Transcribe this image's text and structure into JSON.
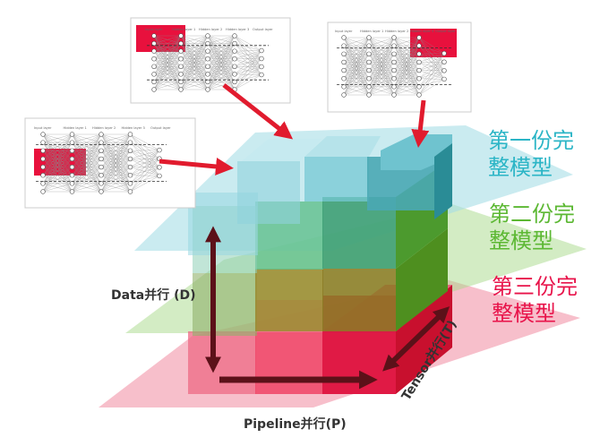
{
  "diagram": {
    "replica_labels": {
      "first": {
        "line1": "第一份完",
        "line2": "整模型",
        "color": "#2bb5c6"
      },
      "second": {
        "line1": "第二份完",
        "line2": "整模型",
        "color": "#5cb833"
      },
      "third": {
        "line1": "第三份完",
        "line2": "整模型",
        "color": "#e8134a"
      }
    },
    "axis_labels": {
      "data": "Data并行 (D)",
      "pipeline": "Pipeline并行(P)",
      "tensor": "Tensor并行(T)"
    },
    "network_panels": {
      "layer_headers": [
        "Input layer",
        "Hidden layer 1",
        "Hidden layer 2",
        "Hidden layer 3",
        "Output layer"
      ]
    },
    "colors": {
      "cyan_face": "#6cc9d6",
      "cyan_dark": "#2a8c96",
      "green_face": "#5fbf7a",
      "green_dark": "#3e8f2a",
      "red_face": "#ef4a6c",
      "red_dark": "#c8102e",
      "arrow_red": "#e11b2e",
      "arrow_dark": "#6b1520"
    }
  }
}
